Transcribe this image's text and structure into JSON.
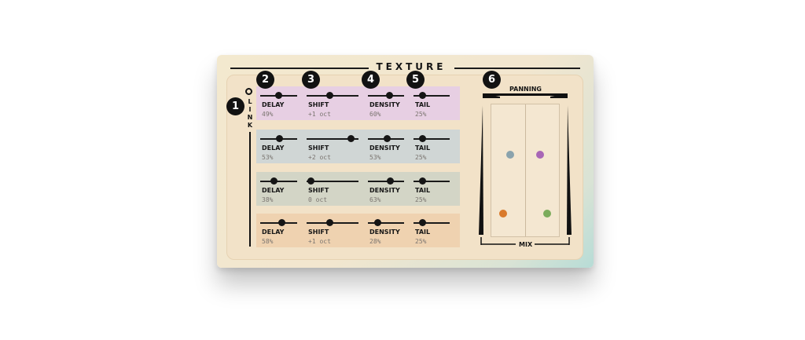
{
  "title": "TEXTURE",
  "link": {
    "label": "LINK"
  },
  "callouts": [
    "1",
    "2",
    "3",
    "4",
    "5",
    "6"
  ],
  "rows": [
    {
      "params": [
        {
          "label": "DELAY",
          "value": "49%",
          "level": 0.49
        },
        {
          "label": "SHIFT",
          "value": "+1 oct",
          "level": 0.45
        },
        {
          "label": "DENSITY",
          "value": "60%",
          "level": 0.6
        },
        {
          "label": "TAIL",
          "value": "25%",
          "level": 0.25
        }
      ]
    },
    {
      "params": [
        {
          "label": "DELAY",
          "value": "53%",
          "level": 0.53
        },
        {
          "label": "SHIFT",
          "value": "+2 oct",
          "level": 0.85
        },
        {
          "label": "DENSITY",
          "value": "53%",
          "level": 0.53
        },
        {
          "label": "TAIL",
          "value": "25%",
          "level": 0.25
        }
      ]
    },
    {
      "params": [
        {
          "label": "DELAY",
          "value": "38%",
          "level": 0.38
        },
        {
          "label": "SHIFT",
          "value": "0 oct",
          "level": 0.08
        },
        {
          "label": "DENSITY",
          "value": "63%",
          "level": 0.63
        },
        {
          "label": "TAIL",
          "value": "25%",
          "level": 0.25
        }
      ]
    },
    {
      "params": [
        {
          "label": "DELAY",
          "value": "58%",
          "level": 0.58
        },
        {
          "label": "SHIFT",
          "value": "+1 oct",
          "level": 0.45
        },
        {
          "label": "DENSITY",
          "value": "28%",
          "level": 0.28
        },
        {
          "label": "TAIL",
          "value": "25%",
          "level": 0.25
        }
      ]
    }
  ],
  "panning": {
    "label": "PANNING"
  },
  "mix": {
    "label": "MIX"
  },
  "pan_dots": [
    {
      "color": "#8aa3ad",
      "pan": 0.28,
      "mix": 0.62
    },
    {
      "color": "#a866b6",
      "pan": 0.72,
      "mix": 0.62
    },
    {
      "color": "#d97a2b",
      "pan": 0.17,
      "mix": 0.17
    },
    {
      "color": "#7cac5c",
      "pan": 0.83,
      "mix": 0.17
    }
  ]
}
